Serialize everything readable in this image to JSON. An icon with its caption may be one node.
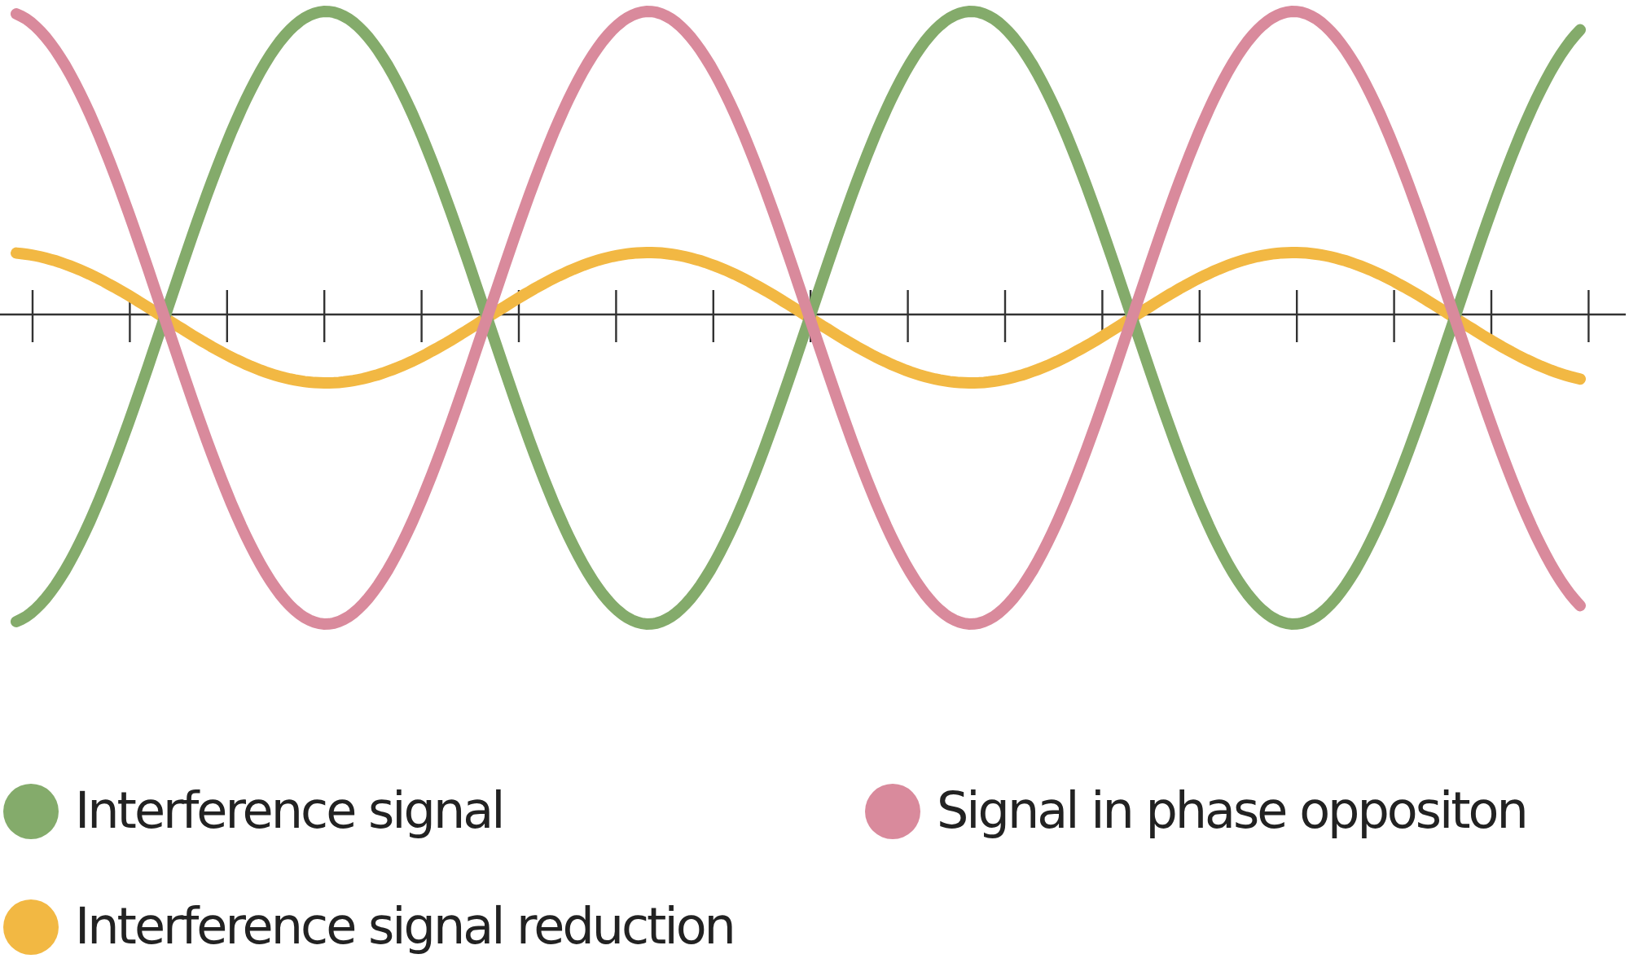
{
  "diagram": {
    "legend": [
      {
        "text": "Interference signal",
        "color": "#84ab6b"
      },
      {
        "text": "Signal in phase oppositon",
        "color": "#d98a9c"
      },
      {
        "text": "Interference signal reduction",
        "color": "#f2b843"
      }
    ]
  }
}
